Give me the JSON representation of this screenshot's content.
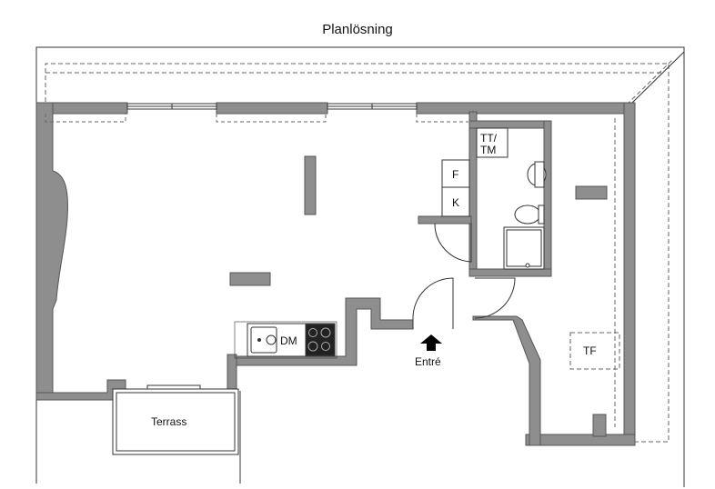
{
  "title": "Planlösning",
  "labels": {
    "tt_tm": [
      "TT/",
      "TM"
    ],
    "freezer": "F",
    "fridge": "K",
    "dishwasher": "DM",
    "tf": "TF",
    "entrance": "Entré",
    "terrace": "Terrass"
  },
  "colors": {
    "wall": "#8e8e8e",
    "wall_edge": "#555555",
    "line": "#333333",
    "dash": "#666666"
  }
}
